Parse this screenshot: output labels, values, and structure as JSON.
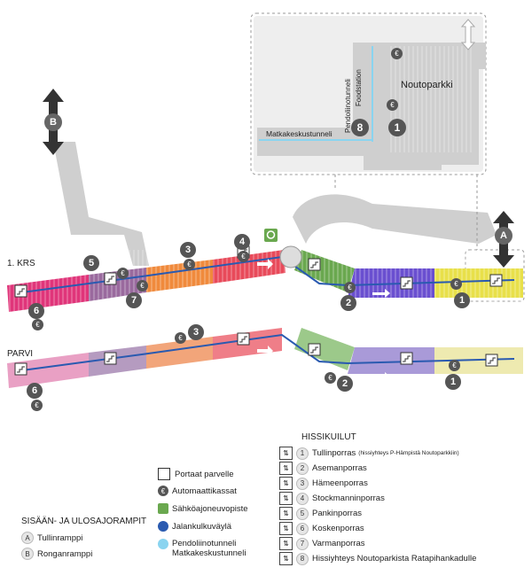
{
  "levels": {
    "krs1": "1. KRS",
    "parvi": "PARVI"
  },
  "detail": {
    "noutoparkki": "Noutoparkki",
    "tunnel_vertical": "Pendoliinotunneli",
    "foodstation": "Foodstation",
    "matkakeskustunneli": "Matkakeskustunneli"
  },
  "ramps": {
    "a": "A",
    "b": "B"
  },
  "markers": {
    "n1": "1",
    "n2": "2",
    "n3": "3",
    "n4": "4",
    "n5": "5",
    "n6": "6",
    "n7": "7",
    "n8": "8",
    "euro": "€"
  },
  "hissikuilut": {
    "title": "HISSIKUILUT",
    "items": [
      {
        "num": "1",
        "name": "Tullinporras",
        "note": "(hissiyhteys P-Hämpistä Noutoparkkiin)"
      },
      {
        "num": "2",
        "name": "Asemanporras",
        "note": ""
      },
      {
        "num": "3",
        "name": "Hämeenporras",
        "note": ""
      },
      {
        "num": "4",
        "name": "Stockmanninporras",
        "note": ""
      },
      {
        "num": "5",
        "name": "Pankinporras",
        "note": ""
      },
      {
        "num": "6",
        "name": "Koskenporras",
        "note": ""
      },
      {
        "num": "7",
        "name": "Varmanporras",
        "note": ""
      },
      {
        "num": "8",
        "name": "Hissiyhteys Noutoparkista Ratapihankadulle",
        "note": ""
      }
    ]
  },
  "legend": {
    "portaat": "Portaat parvelle",
    "automaatti": "Automaattikassat",
    "sahko": "Sähköajoneuvopiste",
    "jalankulku": "Jalankulkuväylä",
    "pendoliino_1": "Pendoliinotunneli",
    "pendoliino_2": "Matkakeskustunneli"
  },
  "ramps_legend": {
    "title": "SISÄÄN- JA ULOSAJORAMPIT",
    "a_letter": "A",
    "a_name": "Tullinramppi",
    "b_letter": "B",
    "b_name": "Ronganramppi"
  },
  "colors": {
    "pink": "#e0357a",
    "mauve": "#9a6a9e",
    "orange": "#f08a3c",
    "red": "#e84a5a",
    "green": "#6aa84f",
    "violet": "#6a4fd0",
    "yellow": "#e8e04a",
    "walkway": "#2a5ab0",
    "pendoliino": "#8ad4f0",
    "marker": "#555555",
    "road": "#cfcfcf"
  }
}
